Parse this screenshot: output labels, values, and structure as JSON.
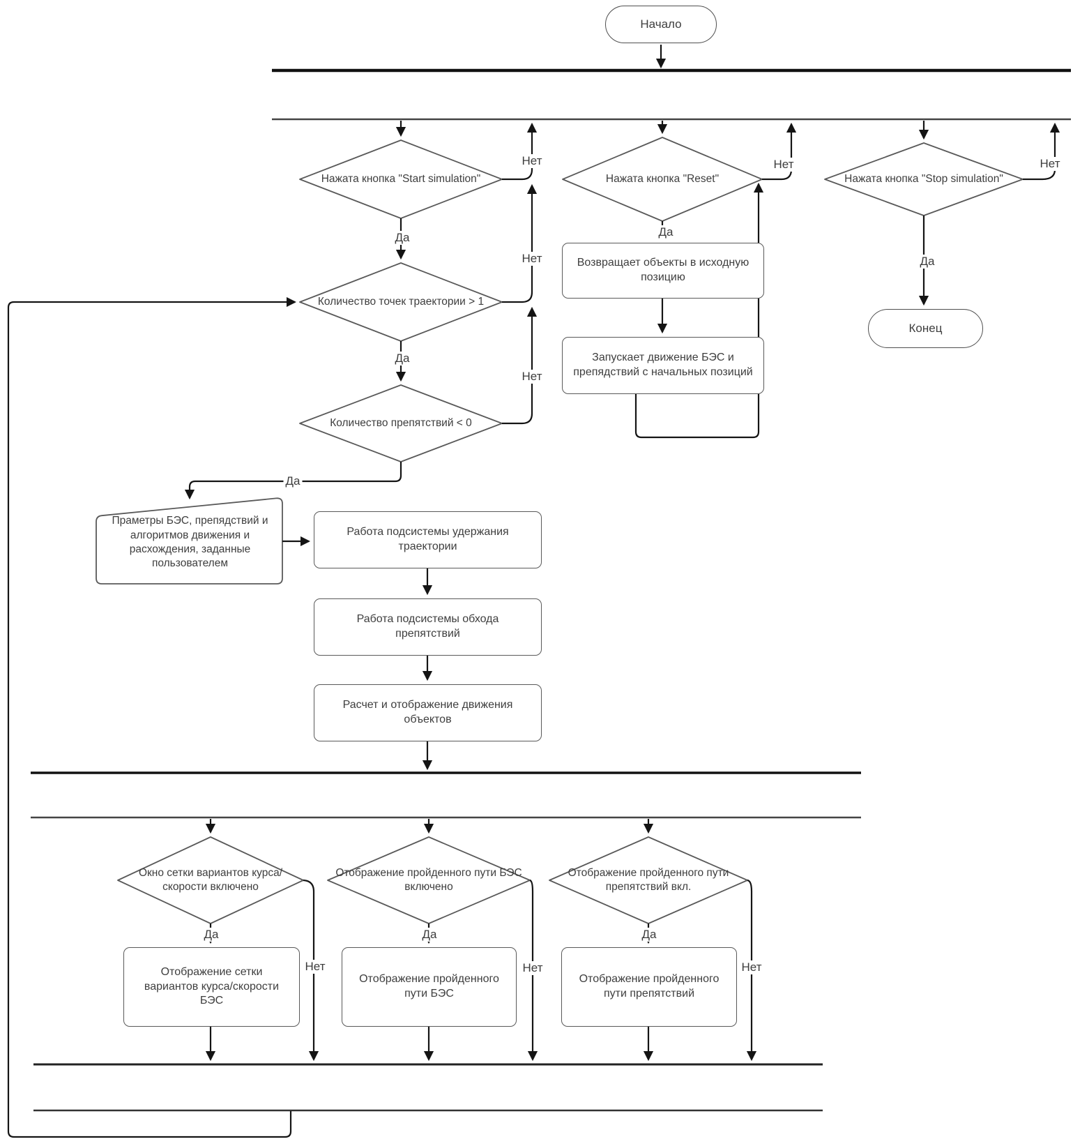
{
  "edge_labels": {
    "yes": "Да",
    "no": "Нет"
  },
  "nodes": {
    "start_terminal": "Начало",
    "end_terminal": "Конец",
    "decision_start_simulation": "Нажата кнопка \"Start simulation\"",
    "decision_reset": "Нажата кнопка \"Reset\"",
    "decision_stop_simulation": "Нажата кнопка \"Stop simulation\"",
    "decision_trajectory_points": "Количество точек траектории > 1",
    "decision_obstacle_count": "Количество препятствий < 0",
    "process_reset_objects": "Возвращает объекты в исходную позицию",
    "process_start_movement": "Запускает движение БЭС и препядствий с начальных позиций",
    "input_user_params": "Праметры БЭС, препядствий и алгоритмов движения и расхождения, заданные пользователем",
    "process_trajectory_hold": "Работа подсистемы удержания траектории",
    "process_obstacle_avoidance": "Работа подсистемы обхода препятствий",
    "process_motion_render": "Расчет и отображение движения объектов",
    "decision_grid_window": "Окно сетки вариантов курса/скорости включено",
    "decision_bes_path": "Отображение пройденного пути БЭС  включено",
    "decision_obstacle_path": "Отображение пройденного пути препятствий вкл.",
    "process_show_grid": "Отображение сетки вариантов курса/скорости БЭС",
    "process_show_bes_path": "Отображение пройденного пути БЭС",
    "process_show_obstacle_path": "Отображение пройденного пути препятствий"
  }
}
